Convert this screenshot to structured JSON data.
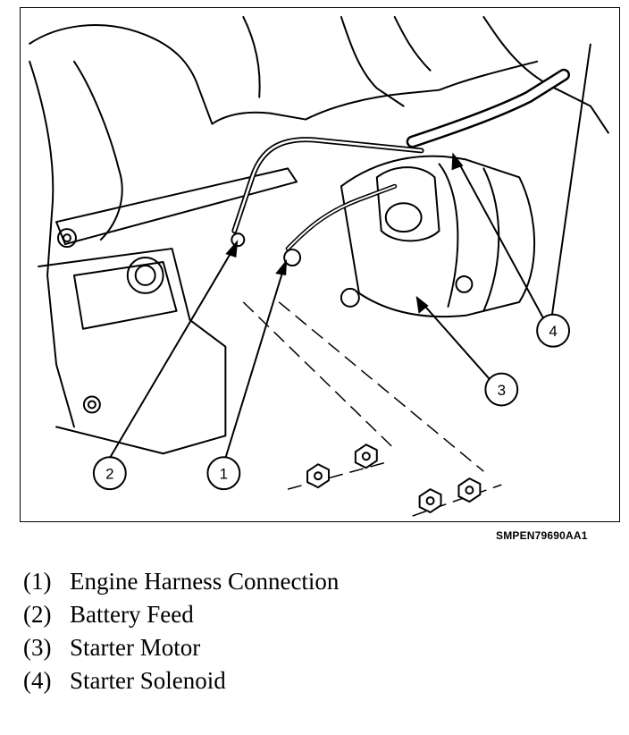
{
  "figure": {
    "code": "SMPEN79690AA1",
    "callouts": [
      "1",
      "2",
      "3",
      "4"
    ]
  },
  "legend": [
    {
      "num": "(1)",
      "label": "Engine Harness Connection"
    },
    {
      "num": "(2)",
      "label": "Battery Feed"
    },
    {
      "num": "(3)",
      "label": "Starter Motor"
    },
    {
      "num": "(4)",
      "label": "Starter Solenoid"
    }
  ]
}
